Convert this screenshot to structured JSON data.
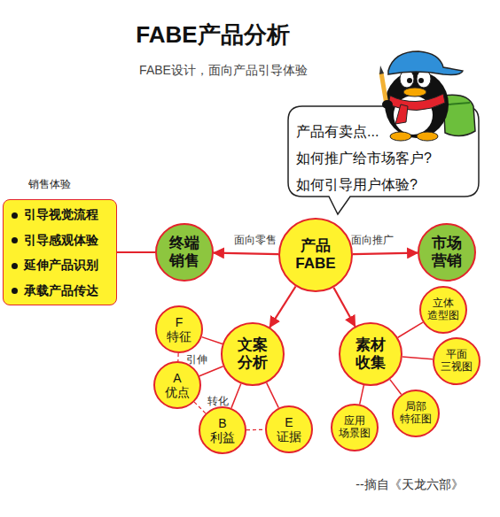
{
  "diagram": {
    "title": "FABE产品分析",
    "nodes": [
      {
        "text": [
          "产品有卖点... 如何推广给市场客户? 如何引导用户体验?"
        ]
      },
      {
        "text": [
          "销售体验",
          "引导视觉流程",
          "引导感观体验",
          "延伸产品识别",
          "承载产品传达"
        ]
      },
      {
        "text": [
          "终端 销售"
        ]
      },
      {
        "text": [
          "产品 FABE"
        ]
      },
      {
        "text": [
          "市场 营销"
        ]
      },
      {
        "text": [
          "F 特征"
        ]
      },
      {
        "text": [
          "文案 分析"
        ]
      },
      {
        "text": [
          "素材 收集"
        ]
      },
      {
        "text": [
          "立体 造型图"
        ]
      },
      {
        "text": [
          "A 优点"
        ]
      },
      {
        "text": [
          "平面 三视图"
        ]
      },
      {
        "text": [
          "局部 特征图"
        ]
      },
      {
        "text": [
          "B 利益"
        ]
      },
      {
        "text": [
          "E 证据"
        ]
      },
      {
        "text": [
          "应用 场景图"
        ]
      }
    ],
    "edges": [
      {
        "from": 3,
        "to": 2,
        "arrow": "to",
        "label": "面向零售"
      },
      {
        "from": 3,
        "to": 4,
        "arrow": "to",
        "label": "面向推广"
      },
      {
        "from": 2,
        "to": 1,
        "arrow": "none"
      },
      {
        "from": 3,
        "to": 6,
        "arrow": "to"
      },
      {
        "from": 3,
        "to": 7,
        "arrow": "to"
      },
      {
        "from": 6,
        "to": 5,
        "arrow": "none"
      },
      {
        "from": 6,
        "to": 9,
        "arrow": "none"
      },
      {
        "from": 6,
        "to": 12,
        "arrow": "none"
      },
      {
        "from": 6,
        "to": 13,
        "arrow": "none"
      },
      {
        "from": 5,
        "to": 9,
        "arrow": "none",
        "label": "引伸"
      },
      {
        "from": 9,
        "to": 12,
        "arrow": "none",
        "label": "转化"
      },
      {
        "from": 12,
        "to": 13,
        "arrow": "none"
      },
      {
        "from": 7,
        "to": 8,
        "arrow": "none"
      },
      {
        "from": 7,
        "to": 10,
        "arrow": "none"
      },
      {
        "from": 7,
        "to": 11,
        "arrow": "none"
      },
      {
        "from": 7,
        "to": 14,
        "arrow": "none"
      }
    ],
    "labels": [
      "FABE设计，面向产品引导体验",
      "--摘自《天龙六部》"
    ]
  }
}
